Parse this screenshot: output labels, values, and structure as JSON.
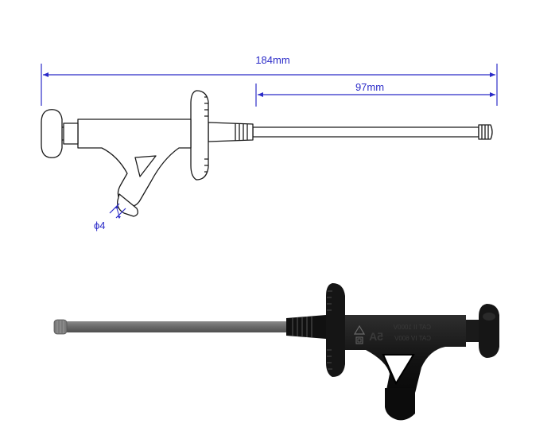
{
  "dimensions": {
    "overall_length": "184mm",
    "tip_length": "97mm",
    "socket_diameter": "ϕ4"
  },
  "probe_markings": {
    "rating_line1": "CAT II 1000V",
    "rating_line2": "CAT IV 600V",
    "current": "5A"
  },
  "colors": {
    "dimension": "#2b2bc8",
    "outline": "#1a1a1a",
    "probe_body": "#141414",
    "probe_tip": "#6e6e6e"
  }
}
